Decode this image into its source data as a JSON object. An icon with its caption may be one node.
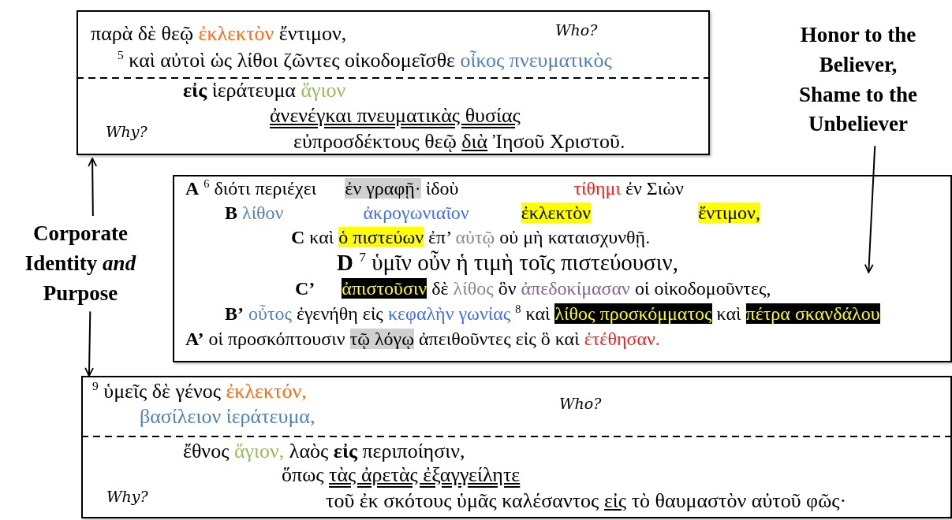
{
  "diagram": {
    "nodes": [
      {
        "text": [
          "παρὰ δὲ θεῷ ἐκλεκτὸν ἔντιμον,",
          "$^{5}$ καὶ αὐτοὶ ὡς λίθοι ζῶντες οἰκοδομεῖσθε οἶκος πνευματικὸς",
          "Who?",
          "**εἰς** ἱεράτευμα ἅγιον",
          "ἀνενέγκαι πνευματικὰς θυσίας",
          "Why?",
          "εὐπροσδέκτους θεῷ διὰ Ἰησοῦ Χριστοῦ."
        ]
      },
      {
        "text": [
          "**A** $^{6}$ διότι περιέχει ἐν γραφῇ· ἰδοὺ τίθημι ἐν Σιὼν",
          "**B** λίθον ἀκρογωνιαῖον ἐκλεκτὸν ἔντιμον,",
          "**C** καὶ ὁ πιστεύων ἐπ’ αὐτῷ οὐ μὴ καταισχυνθῇ.",
          "**D** $^{7}$ ὑμῖν οὖν ἡ τιμὴ τοῖς πιστεύουσιν,",
          "**C’** ἀπιστοῦσιν δὲ λίθος ὃν ἀπεδοκίμασαν οἱ οἰκοδομοῦντες,",
          "**B’** οὗτος ἐγενήθη εἰς κεφαλὴν γωνίας $^{8}$ καὶ λίθος προσκόμματος καὶ πέτρα σκανδάλου",
          "**A’** οἱ προσκόπτουσιν τῷ λόγῳ ἀπειθοῦντες εἰς ὃ καὶ ἐτέθησαν."
        ]
      },
      {
        "text": [
          "$^{9}$ ὑμεῖς δὲ γένος ἐκλεκτόν,",
          "βασίλειον ἱεράτευμα,",
          "Who?",
          "ἔθνος ἅγιον, λαὸς **εἰς** περιποίησιν,",
          "ὅπως τὰς ἀρετὰς ἐξαγγείλητε",
          "Why?",
          "τοῦ ἐκ σκότους ὑμᾶς καλέσαντος εἰς τὸ θαυμαστὸν αὐτοῦ φῶς·"
        ]
      },
      {
        "text": [
          "Corporate Identity *and* Purpose"
        ]
      },
      {
        "text": [
          "Honor to the Believer, Shame to the Unbeliever"
        ]
      }
    ],
    "edges": [
      {
        "from": 3,
        "to": 0,
        "arrow": "to"
      },
      {
        "from": 3,
        "to": 2,
        "arrow": "to"
      },
      {
        "from": 4,
        "to": 1,
        "arrow": "to"
      }
    ]
  }
}
